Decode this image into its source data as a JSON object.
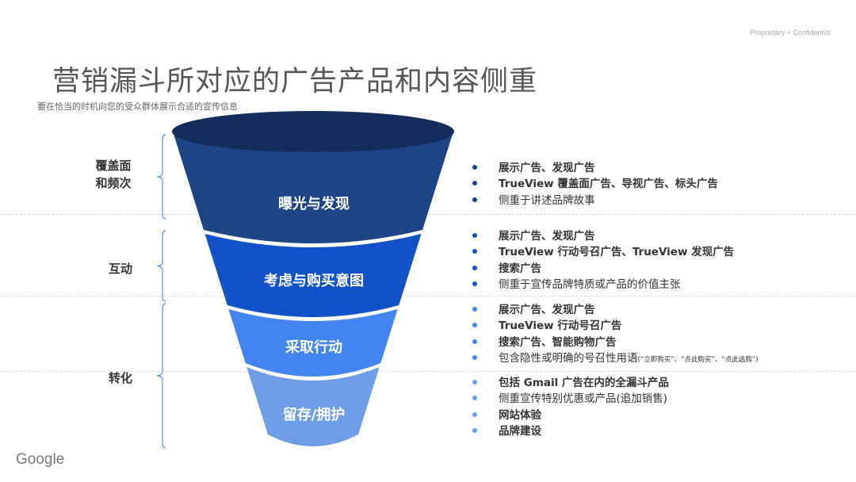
{
  "header": {
    "confidential": "Proprietary + Confidential",
    "title": "营销漏斗所对应的广告产品和内容侧重",
    "subtitle": "要在恰当的时机向您的受众群体展示合适的宣传信息"
  },
  "colors": {
    "top": "#152d5c",
    "stage1": "#1d4486",
    "stage2": "#1252c8",
    "stage3": "#4285f0",
    "stage4": "#6c9de6",
    "brace": "#5b8ee6"
  },
  "sections": [
    {
      "label": "覆盖面\n和频次",
      "label_line1": "覆盖面",
      "label_line2": "和频次"
    },
    {
      "label": "互动"
    },
    {
      "label": "转化"
    }
  ],
  "stages": [
    {
      "label": "曝光与发现",
      "items": [
        {
          "text": "展示广告、发现广告",
          "bold": true
        },
        {
          "text": "TrueView 覆盖面广告、导视广告、标头广告",
          "bold": true
        },
        {
          "text": "侧重于讲述品牌故事",
          "bold": false
        }
      ]
    },
    {
      "label": "考虑与购买意图",
      "items": [
        {
          "text": "展示广告、发现广告",
          "bold": true
        },
        {
          "text": "TrueView 行动号召广告、TrueView 发现广告",
          "bold": true
        },
        {
          "text": "搜索广告",
          "bold": true
        },
        {
          "text": "侧重于宣传品牌特质或产品的价值主张",
          "bold": false
        }
      ]
    },
    {
      "label": "采取行动",
      "items": [
        {
          "text": "展示广告、发现广告",
          "bold": true
        },
        {
          "text": "TrueView 行动号召广告",
          "bold": true
        },
        {
          "text": "搜索广告、智能购物广告",
          "bold": true
        },
        {
          "text": "包含隐性或明确的号召性用语",
          "note": "(“立即购买”、“点此购买”、“点此选购”)",
          "bold": false
        }
      ]
    },
    {
      "label": "留存/拥护",
      "items": [
        {
          "text": "包括 Gmail 广告在内的全漏斗产品",
          "bold": true
        },
        {
          "text": "侧重宣传特别优惠或产品(追加销售)",
          "bold": false
        },
        {
          "text": "网站体验",
          "bold": true
        },
        {
          "text": "品牌建设",
          "bold": true
        }
      ]
    }
  ],
  "footer": {
    "logo": "Google"
  }
}
